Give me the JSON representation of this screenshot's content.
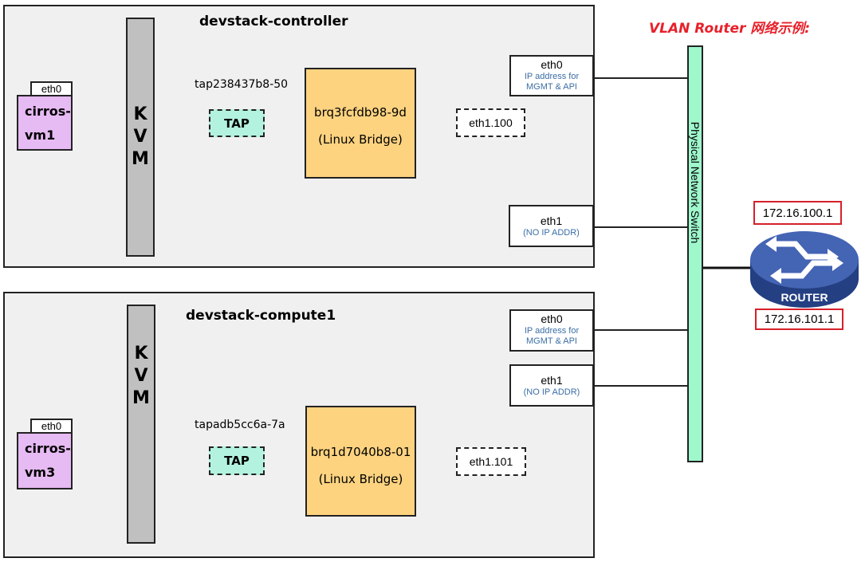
{
  "title": "VLAN Router 网络示例:",
  "colors": {
    "host_bg": "#f0f0f0",
    "kvm": "#c0c0c0",
    "vm": "#e6baf2",
    "tap": "#b3f2de",
    "bridge": "#fdd380",
    "switch": "#9ff7cc",
    "router": "#3f5ba8",
    "title": "#e8202a",
    "arrow": "#1f4e8c",
    "nic_sub": "#3a6ea5"
  },
  "hosts": [
    {
      "name": "devstack-controller",
      "kvm_label": "K V M",
      "kvm_letters": [
        "K",
        "V",
        "M"
      ],
      "vm": {
        "name": "cirros-vm1",
        "line1": "cirros-",
        "line2": "vm1",
        "eth": "eth0"
      },
      "tap_name": "tap238437b8-50",
      "tap_label": "TAP",
      "bridge": {
        "name": "brq3fcfdb98-9d",
        "type": "(Linux Bridge)"
      },
      "vlan_iface": "eth1.100",
      "eth0": {
        "name": "eth0",
        "sub1": "IP address for",
        "sub2": "MGMT & API"
      },
      "eth1": {
        "name": "eth1",
        "sub": "(NO IP ADDR)"
      }
    },
    {
      "name": "devstack-compute1",
      "kvm_label": "K V M",
      "kvm_letters": [
        "K",
        "V",
        "M"
      ],
      "vm": {
        "name": "cirros-vm3",
        "line1": "cirros-",
        "line2": "vm3",
        "eth": "eth0"
      },
      "tap_name": "tapadb5cc6a-7a",
      "tap_label": "TAP",
      "bridge": {
        "name": "brq1d7040b8-01",
        "type": "(Linux Bridge)"
      },
      "vlan_iface": "eth1.101",
      "eth0": {
        "name": "eth0",
        "sub1": "IP address for",
        "sub2": "MGMT & API"
      },
      "eth1": {
        "name": "eth1",
        "sub": "(NO IP ADDR)"
      }
    }
  ],
  "switch": {
    "label": "Physical Network Switch"
  },
  "router": {
    "label": "ROUTER",
    "ip_top": "172.16.100.1",
    "ip_bottom": "172.16.101.1"
  }
}
